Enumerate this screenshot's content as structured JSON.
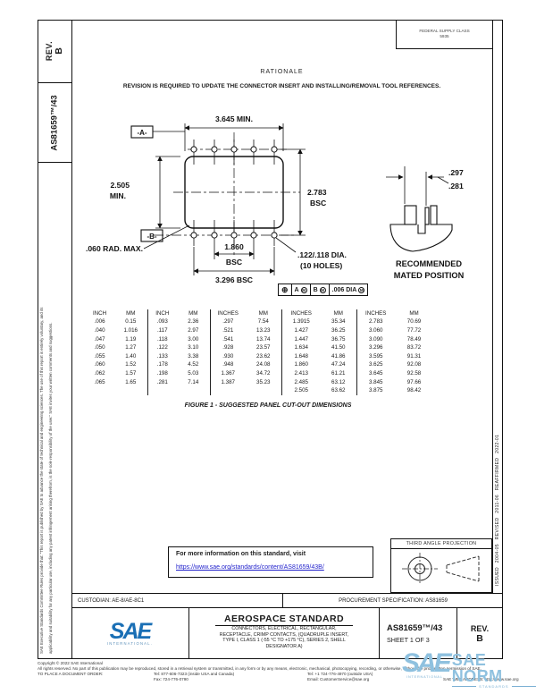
{
  "colors": {
    "ink": "#1a1a1a",
    "link": "#2222cc",
    "sae_blue": "#1a6fb5",
    "watermark_blue": "#8fc1df"
  },
  "sidebar": {
    "rev_label": "REV.",
    "rev_value": "B",
    "doc_number": "AS81659™/43",
    "disclaimer_line1": "SAE Executive Standards Committee Rules provide that: “This report is published by SAE to advance the state of technical and engineering sciences. The use of this report is entirely voluntary, and its",
    "disclaimer_line2": "applicability and suitability for any particular use, including any patent infringement arising therefrom, is the sole responsibility of the user.” SAE invites your written comments and suggestions."
  },
  "header": {
    "fsc_label": "FEDERAL SUPPLY CLASS",
    "fsc_value": "5935"
  },
  "margin_right": {
    "history": "ISSUED 2004-05        REVISED 2011-06        REAFFIRMED 2022-01"
  },
  "rationale": {
    "heading": "RATIONALE",
    "body": "REVISION IS REQUIRED TO UPDATE THE CONNECTOR INSERT AND INSTALLING/REMOVAL TOOL REFERENCES."
  },
  "figure": {
    "dim_width": "3.645 MIN.",
    "datum_a": "-A-",
    "datum_b": "-B-",
    "dim_height_1": "2.505",
    "dim_height_2": "MIN.",
    "dim_rows_1": "2.783",
    "dim_rows_2": "BSC",
    "radius_note": ".060 RAD. MAX.",
    "dim_inner_1": "1.860",
    "dim_inner_2": "BSC",
    "hole_note_1": ".122/.118 DIA.",
    "hole_note_2": "(10 HOLES)",
    "dim_span": "3.296 BSC",
    "fcf": {
      "symbol": "⊕",
      "datum1": "A",
      "mod1": "M",
      "datum2": "B",
      "mod2": "M",
      "tolerance": ".006 DIA",
      "mod3": "M"
    },
    "mated": {
      "dim_max": ".297",
      "dim_min": ".281",
      "caption_1": "RECOMMENDED",
      "caption_2": "MATED POSITION"
    },
    "caption": "FIGURE 1 - SUGGESTED PANEL CUT-OUT DIMENSIONS"
  },
  "table": {
    "headers": [
      "INCH",
      "MM",
      "INCH",
      "MM",
      "INCHES",
      "MM",
      "INCHES",
      "MM",
      "INCHES",
      "MM"
    ],
    "rows": [
      [
        ".006",
        "0.15",
        ".093",
        "2.36",
        ".297",
        "7.54",
        "1.3915",
        "35.34",
        "2.783",
        "70.69"
      ],
      [
        ".040",
        "1.016",
        ".117",
        "2.97",
        ".521",
        "13.23",
        "1.427",
        "36.25",
        "3.060",
        "77.72"
      ],
      [
        ".047",
        "1.19",
        ".118",
        "3.00",
        ".541",
        "13.74",
        "1.447",
        "36.75",
        "3.090",
        "78.49"
      ],
      [
        ".050",
        "1.27",
        ".122",
        "3.10",
        ".928",
        "23.57",
        "1.634",
        "41.50",
        "3.296",
        "83.72"
      ],
      [
        ".055",
        "1.40",
        ".133",
        "3.38",
        ".930",
        "23.62",
        "1.648",
        "41.86",
        "3.595",
        "91.31"
      ],
      [
        ".060",
        "1.52",
        ".178",
        "4.52",
        ".948",
        "24.08",
        "1.860",
        "47.24",
        "3.625",
        "92.08"
      ],
      [
        ".062",
        "1.57",
        ".198",
        "5.03",
        "1.367",
        "34.72",
        "2.413",
        "61.21",
        "3.645",
        "92.58"
      ],
      [
        ".065",
        "1.65",
        ".281",
        "7.14",
        "1.387",
        "35.23",
        "2.485",
        "63.12",
        "3.845",
        "97.66"
      ],
      [
        "",
        "",
        "",
        "",
        "",
        "",
        "2.505",
        "63.62",
        "3.875",
        "98.42"
      ]
    ]
  },
  "info_box": {
    "text": "For more information on this standard, visit",
    "link": "https://www.sae.org/standards/content/AS81659/43B/"
  },
  "projection": {
    "label": "THIRD ANGLE PROJECTION"
  },
  "custodian": {
    "custodian": "CUSTODIAN: AE-8/AE-8C1",
    "procurement": "PROCUREMENT SPECIFICATION: AS81659"
  },
  "title_block": {
    "logo_main": "SAE",
    "logo_sub": "INTERNATIONAL.",
    "heading": "AEROSPACE STANDARD",
    "desc_lines": [
      "CONNECTORS, ELECTRICAL, RECTANGULAR,",
      "RECEPTACLE, CRIMP CONTACTS, (QUADRUPLE INSERT,",
      "TYPE I, CLASS 1 (-55 °C TO +175 °C), SERIES 2, SHELL",
      "DESIGNATOR A)"
    ],
    "doc_number": "AS81659™/43",
    "sheet": "SHEET 1 OF 3",
    "rev_label": "REV.",
    "rev_value": "B"
  },
  "footer": {
    "copyright": "Copyright © 2022 SAE International",
    "rights": "All rights reserved. No part of this publication may be reproduced, stored in a retrieval system or transmitted, in any form or by any means, electronic, mechanical, photocopying, recording, or otherwise, without the prior written permission of SAE.",
    "order_label": "TO PLACE A DOCUMENT ORDER:",
    "tel_domestic": "Tel: 877-606-7323 (inside USA and Canada)",
    "tel_international": "Tel: +1 724-776-4970 (outside USA)",
    "fax": "Fax: 724-776-0790",
    "email": "Email: CustomerService@sae.org",
    "web": "SAE WEB ADDRESS: http://www.sae.org"
  },
  "watermark": {
    "logo": "SAE",
    "name": "SAE NORM",
    "sub_left": "INTERNATIONAL.",
    "sub_right": "STANDARDS"
  }
}
